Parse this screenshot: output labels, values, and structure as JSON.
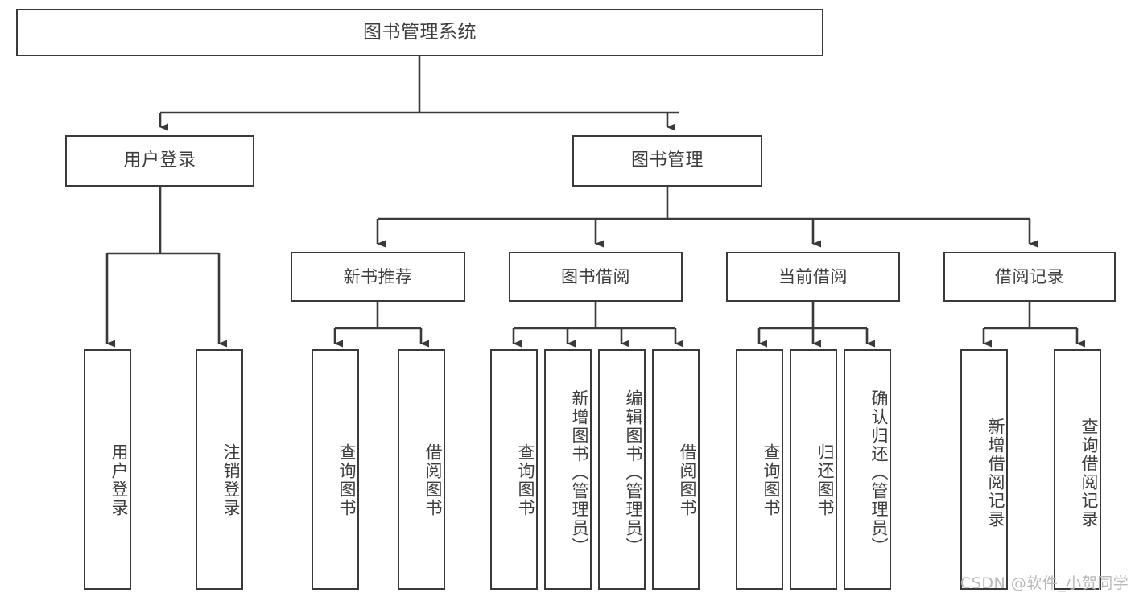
{
  "diagram": {
    "type": "tree-hierarchy-chart",
    "title": "图书管理系统",
    "line_color": "#3a3a3a",
    "box_fill": "#ffffff",
    "text_color": "#3d3d3d",
    "watermark": "CSDN @软件_小贺同学",
    "root": {
      "label": "图书管理系统"
    },
    "level2": [
      {
        "id": "user-login",
        "label": "用户登录"
      },
      {
        "id": "book-management",
        "label": "图书管理"
      }
    ],
    "level3": [
      {
        "id": "new-book-recommend",
        "label": "新书推荐",
        "parent": "book-management"
      },
      {
        "id": "book-borrow",
        "label": "图书借阅",
        "parent": "book-management"
      },
      {
        "id": "current-borrow",
        "label": "当前借阅",
        "parent": "book-management"
      },
      {
        "id": "borrow-record",
        "label": "借阅记录",
        "parent": "book-management"
      }
    ],
    "leaves": [
      {
        "id": "leaf-user-login",
        "label": "用户登录",
        "parent": "user-login"
      },
      {
        "id": "leaf-logout-login",
        "label": "注销登录",
        "parent": "user-login"
      },
      {
        "id": "leaf-query-book-1",
        "label": "查询图书",
        "parent": "new-book-recommend"
      },
      {
        "id": "leaf-borrow-book-1",
        "label": "借阅图书",
        "parent": "new-book-recommend"
      },
      {
        "id": "leaf-query-book-2",
        "label": "查询图书",
        "parent": "book-borrow"
      },
      {
        "id": "leaf-add-book",
        "label": "新增图书（管理员）",
        "parent": "book-borrow"
      },
      {
        "id": "leaf-edit-book",
        "label": "编辑图书（管理员）",
        "parent": "book-borrow"
      },
      {
        "id": "leaf-borrow-book-2",
        "label": "借阅图书",
        "parent": "book-borrow"
      },
      {
        "id": "leaf-query-book-3",
        "label": "查询图书",
        "parent": "current-borrow"
      },
      {
        "id": "leaf-return-book",
        "label": "归还图书",
        "parent": "current-borrow"
      },
      {
        "id": "leaf-confirm-return",
        "label": "确认归还（管理员）",
        "parent": "current-borrow"
      },
      {
        "id": "leaf-add-record",
        "label": "新增借阅记录",
        "parent": "borrow-record"
      },
      {
        "id": "leaf-query-record",
        "label": "查询借阅记录",
        "parent": "borrow-record"
      }
    ]
  }
}
